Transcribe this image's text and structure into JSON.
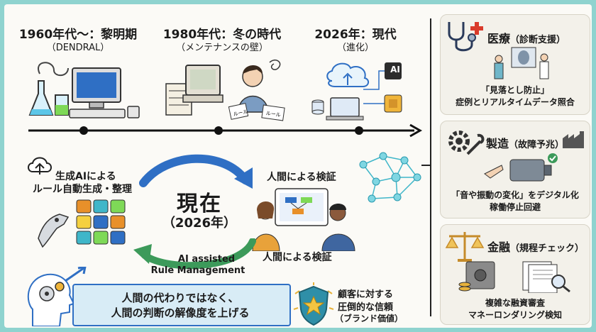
{
  "timeline": {
    "eras": [
      {
        "title": "1960年代〜：黎明期",
        "subtitle": "（DENDRAL）"
      },
      {
        "title": "1980年代：冬の時代",
        "subtitle": "（メンテナンスの壁）"
      },
      {
        "title": "2026年：現代",
        "subtitle": "（進化）"
      }
    ],
    "ai_chip_label": "AI",
    "note_label_1": "ルール",
    "note_label_2": "ルール"
  },
  "center": {
    "title": "現在",
    "year": "（2026年）",
    "left_label_1": "生成AIによる",
    "left_label_2": "ルール自動生成・整理",
    "right_top_label": "人間による検証",
    "right_bottom_label": "人間による検証",
    "assist_label_1": "AI assisted",
    "assist_label_2": "Rule Management"
  },
  "banner": {
    "line1": "人間の代わりではなく、",
    "line2": "人間の判断の解像度を上げる"
  },
  "trust": {
    "line1": "顧客に対する",
    "line2": "圧倒的な信頼",
    "line3": "（ブランド価値）"
  },
  "cards": [
    {
      "title": "医療",
      "title_sub": "（診断支援）",
      "line1": "「見落とし防止」",
      "line2": "症例とリアルタイムデータ照合"
    },
    {
      "title": "製造",
      "title_sub": "（故障予兆）",
      "line1": "「音や振動の変化」をデジタル化",
      "line2": "稼働停止回避"
    },
    {
      "title": "金融",
      "title_sub": "（規程チェック）",
      "line1": "複雑な融資審査",
      "line2": "マネーロンダリング検知"
    }
  ],
  "colors": {
    "border": "#8fd3cf",
    "arrow_blue": "#2f6fc4",
    "arrow_green": "#3c9a5a",
    "accent_orange": "#e8902a",
    "accent_red": "#d93b2b",
    "network_teal": "#3fb6c9"
  }
}
